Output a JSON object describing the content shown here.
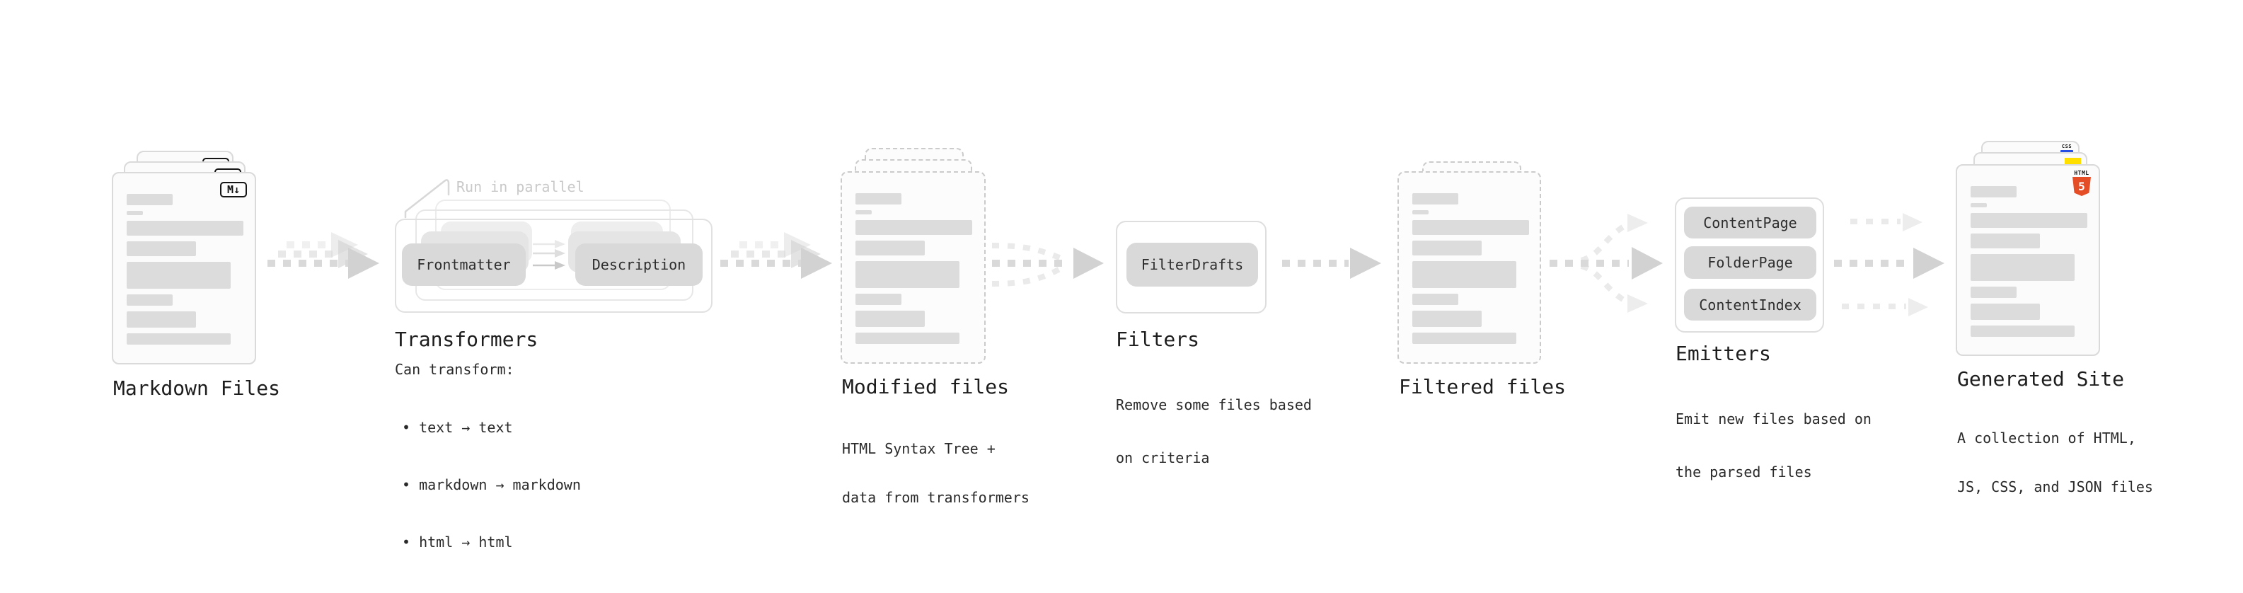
{
  "stages": {
    "markdown": {
      "label": "Markdown Files",
      "badge": "M↓"
    },
    "transformers": {
      "label": "Transformers",
      "annotation": "Run in parallel",
      "pill_left": "Frontmatter",
      "pill_right": "Description",
      "caption_title": "Can transform:",
      "bullets": [
        "• text → text",
        "• markdown → markdown",
        "• html → html"
      ]
    },
    "modified": {
      "label": "Modified files",
      "caption": [
        "HTML Syntax Tree +",
        "data from transformers"
      ]
    },
    "filters": {
      "label": "Filters",
      "pill": "FilterDrafts",
      "caption": [
        "Remove some files based",
        "on criteria"
      ]
    },
    "filtered": {
      "label": "Filtered files"
    },
    "emitters": {
      "label": "Emitters",
      "pills": [
        "ContentPage",
        "FolderPage",
        "ContentIndex"
      ],
      "caption": [
        "Emit new files based on",
        "the parsed files"
      ]
    },
    "generated": {
      "label": "Generated Site",
      "caption": [
        "A collection of HTML,",
        "JS, CSS, and JSON files"
      ],
      "badges": {
        "html5_text": "HTML",
        "html5_number": "5",
        "css_text": "CSS"
      }
    }
  },
  "colors": {
    "html5_orange": "#e44d26",
    "js_yellow": "#ffdf00",
    "css_blue": "#264de4",
    "pill_gray": "#d9d9d9",
    "bar_gray": "#dcdcdc",
    "arrow_gray": "#d2d2d2",
    "annotation_gray": "#c9c9c9",
    "text_dark": "#1d1d1d"
  }
}
